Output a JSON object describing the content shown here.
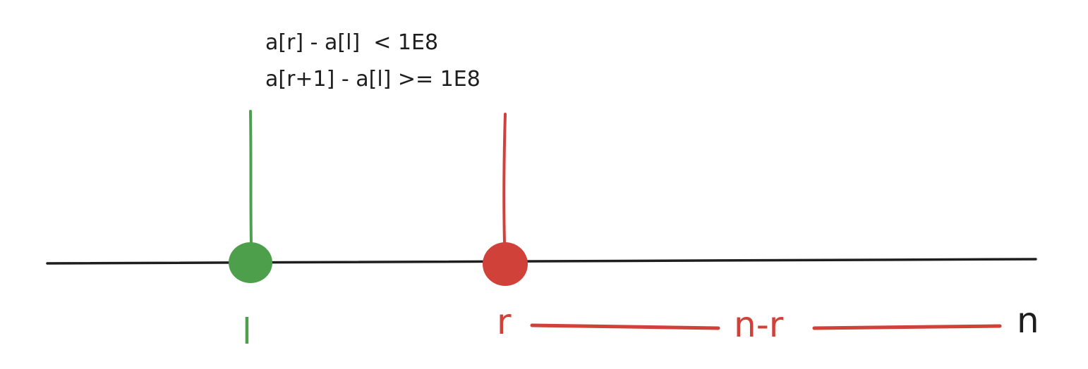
{
  "colors": {
    "axis": "#1e1e1e",
    "left_pointer": "#4e9f4b",
    "right_pointer": "#d0413a",
    "text": "#1e1e1e"
  },
  "conditions": [
    "a[r] - a[l]  < 1E8",
    "a[r+1] - a[l] >= 1E8"
  ],
  "markers": {
    "left": {
      "label": "l"
    },
    "right": {
      "label": "r"
    },
    "end": {
      "label": "n"
    }
  },
  "span": {
    "label": "n-r"
  }
}
